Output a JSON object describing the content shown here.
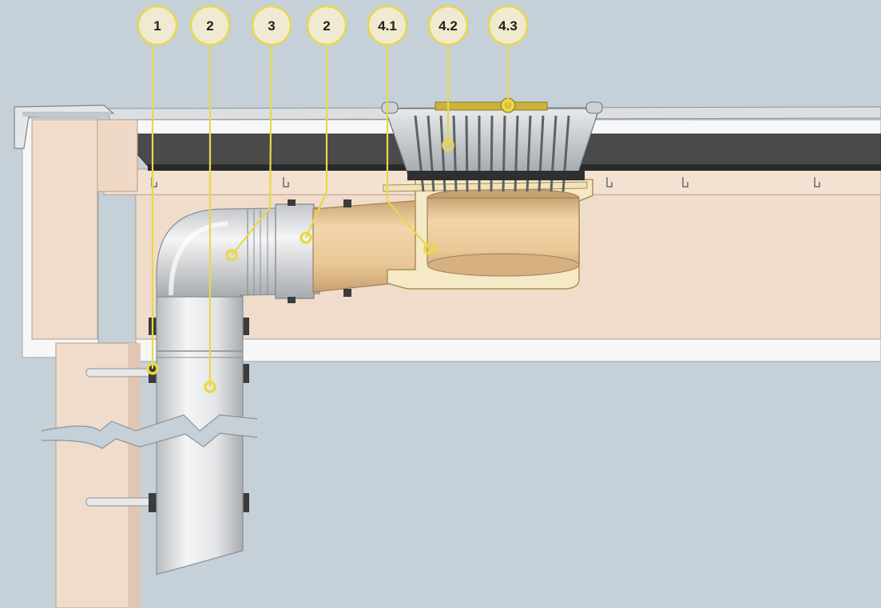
{
  "diagram": {
    "background": "#c5d0d8",
    "colors": {
      "callout": "#e8d84a",
      "callout_fill": "#f1ead2",
      "wood": "#f0dccb",
      "wood_dark": "#e1c7b3",
      "membrane": "#4a4a4a",
      "pipe": "#dfe1e4",
      "bronze": "#e9c99a",
      "grate": "#c4c7cb"
    },
    "callouts": [
      {
        "id": "1",
        "label": "1"
      },
      {
        "id": "2a",
        "label": "2"
      },
      {
        "id": "3",
        "label": "3"
      },
      {
        "id": "2b",
        "label": "2"
      },
      {
        "id": "4.1",
        "label": "4.1"
      },
      {
        "id": "4.2",
        "label": "4.2"
      },
      {
        "id": "4.3",
        "label": "4.3"
      }
    ]
  }
}
